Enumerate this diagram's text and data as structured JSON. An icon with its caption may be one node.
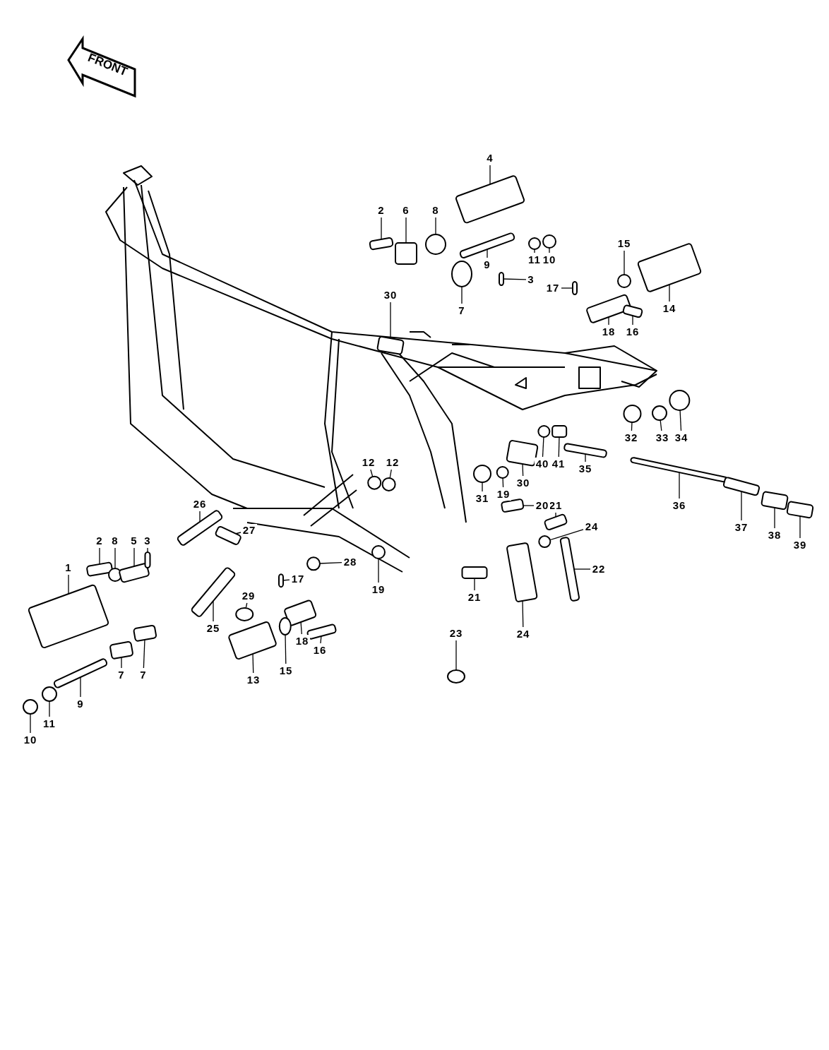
{
  "diagram": {
    "nodes": [
      {
        "text": [
          "FRONT"
        ]
      },
      {
        "text": [
          "4"
        ]
      },
      {
        "text": [
          "2"
        ]
      },
      {
        "text": [
          "6"
        ]
      },
      {
        "text": [
          "8"
        ]
      },
      {
        "text": [
          "9"
        ]
      },
      {
        "text": [
          "11"
        ]
      },
      {
        "text": [
          "10"
        ]
      },
      {
        "text": [
          "3"
        ]
      },
      {
        "text": [
          "7"
        ]
      },
      {
        "text": [
          "15"
        ]
      },
      {
        "text": [
          "17"
        ]
      },
      {
        "text": [
          "14"
        ]
      },
      {
        "text": [
          "18"
        ]
      },
      {
        "text": [
          "16"
        ]
      },
      {
        "text": [
          "30"
        ]
      },
      {
        "text": [
          "32"
        ]
      },
      {
        "text": [
          "33"
        ]
      },
      {
        "text": [
          "34"
        ]
      },
      {
        "text": [
          "40"
        ]
      },
      {
        "text": [
          "41"
        ]
      },
      {
        "text": [
          "35"
        ]
      },
      {
        "text": [
          "30"
        ]
      },
      {
        "text": [
          "31"
        ]
      },
      {
        "text": [
          "19"
        ]
      },
      {
        "text": [
          "36"
        ]
      },
      {
        "text": [
          "37"
        ]
      },
      {
        "text": [
          "38"
        ]
      },
      {
        "text": [
          "39"
        ]
      },
      {
        "text": [
          "12"
        ]
      },
      {
        "text": [
          "12"
        ]
      },
      {
        "text": [
          "21"
        ]
      },
      {
        "text": [
          "20"
        ]
      },
      {
        "text": [
          "24"
        ]
      },
      {
        "text": [
          "22"
        ]
      },
      {
        "text": [
          "21"
        ]
      },
      {
        "text": [
          "24"
        ]
      },
      {
        "text": [
          "23"
        ]
      },
      {
        "text": [
          "19"
        ]
      },
      {
        "text": [
          "28"
        ]
      },
      {
        "text": [
          "27"
        ]
      },
      {
        "text": [
          "26"
        ]
      },
      {
        "text": [
          "17"
        ]
      },
      {
        "text": [
          "29"
        ]
      },
      {
        "text": [
          "25"
        ]
      },
      {
        "text": [
          "16"
        ]
      },
      {
        "text": [
          "18"
        ]
      },
      {
        "text": [
          "15"
        ]
      },
      {
        "text": [
          "13"
        ]
      },
      {
        "text": [
          "2"
        ]
      },
      {
        "text": [
          "8"
        ]
      },
      {
        "text": [
          "5"
        ]
      },
      {
        "text": [
          "3"
        ]
      },
      {
        "text": [
          "1"
        ]
      },
      {
        "text": [
          "7"
        ]
      },
      {
        "text": [
          "7"
        ]
      },
      {
        "text": [
          "9"
        ]
      },
      {
        "text": [
          "11"
        ]
      },
      {
        "text": [
          "10"
        ]
      },
      {
        "text": [],
        "shape": "box"
      },
      {
        "text": [],
        "shape": "box"
      },
      {
        "text": [],
        "shape": "box"
      },
      {
        "text": [],
        "shape": "circle"
      },
      {
        "text": [],
        "shape": "box"
      },
      {
        "text": [],
        "shape": "circle"
      },
      {
        "text": [],
        "shape": "circle"
      },
      {
        "text": [],
        "shape": "box"
      },
      {
        "text": [],
        "shape": "circle"
      },
      {
        "text": [],
        "shape": "circle"
      },
      {
        "text": [],
        "shape": "box"
      },
      {
        "text": [],
        "shape": "box"
      },
      {
        "text": [],
        "shape": "box"
      },
      {
        "text": [],
        "shape": "box"
      },
      {
        "text": [],
        "shape": "box"
      },
      {
        "text": [],
        "shape": "circle"
      },
      {
        "text": [],
        "shape": "circle"
      },
      {
        "text": [],
        "shape": "circle"
      },
      {
        "text": [],
        "shape": "circle"
      },
      {
        "text": [],
        "shape": "box"
      },
      {
        "text": [],
        "shape": "box"
      },
      {
        "text": [],
        "shape": "box"
      },
      {
        "text": [],
        "shape": "circle"
      },
      {
        "text": [],
        "shape": "circle"
      },
      {
        "text": [],
        "shape": "box"
      },
      {
        "text": [],
        "shape": "box"
      },
      {
        "text": [],
        "shape": "box"
      },
      {
        "text": [],
        "shape": "box"
      },
      {
        "text": [],
        "shape": "circle"
      },
      {
        "text": [],
        "shape": "circle"
      },
      {
        "text": [],
        "shape": "box"
      },
      {
        "text": [],
        "shape": "box"
      },
      {
        "text": [],
        "shape": "circle"
      },
      {
        "text": [],
        "shape": "box"
      },
      {
        "text": [],
        "shape": "box"
      },
      {
        "text": [],
        "shape": "box"
      },
      {
        "text": [],
        "shape": "circle"
      },
      {
        "text": [],
        "shape": "circle"
      },
      {
        "text": [],
        "shape": "circle"
      },
      {
        "text": [],
        "shape": "box"
      },
      {
        "text": [],
        "shape": "box"
      },
      {
        "text": [],
        "shape": "box"
      },
      {
        "text": [],
        "shape": "circle"
      },
      {
        "text": [],
        "shape": "box"
      },
      {
        "text": [],
        "shape": "box"
      },
      {
        "text": [],
        "shape": "box"
      },
      {
        "text": [],
        "shape": "circle"
      },
      {
        "text": [],
        "shape": "box"
      },
      {
        "text": [],
        "shape": "box"
      },
      {
        "text": [],
        "shape": "circle"
      },
      {
        "text": [],
        "shape": "box"
      },
      {
        "text": [],
        "shape": "box"
      },
      {
        "text": [],
        "shape": "box"
      },
      {
        "text": [],
        "shape": "box"
      },
      {
        "text": [],
        "shape": "box"
      },
      {
        "text": [],
        "shape": "box"
      },
      {
        "text": [],
        "shape": "circle"
      },
      {
        "text": [],
        "shape": "circle"
      }
    ],
    "edges": [
      {
        "from": 1,
        "to": 59,
        "arrow": "none"
      },
      {
        "from": 2,
        "to": 60,
        "arrow": "none"
      },
      {
        "from": 3,
        "to": 61,
        "arrow": "none"
      },
      {
        "from": 4,
        "to": 62,
        "arrow": "none"
      },
      {
        "from": 5,
        "to": 63,
        "arrow": "none"
      },
      {
        "from": 6,
        "to": 64,
        "arrow": "none"
      },
      {
        "from": 7,
        "to": 65,
        "arrow": "none"
      },
      {
        "from": 8,
        "to": 66,
        "arrow": "none"
      },
      {
        "from": 9,
        "to": 67,
        "arrow": "none"
      },
      {
        "from": 10,
        "to": 68,
        "arrow": "none"
      },
      {
        "from": 11,
        "to": 69,
        "arrow": "none"
      },
      {
        "from": 12,
        "to": 70,
        "arrow": "none"
      },
      {
        "from": 13,
        "to": 71,
        "arrow": "none"
      },
      {
        "from": 14,
        "to": 72,
        "arrow": "none"
      },
      {
        "from": 15,
        "to": 73,
        "arrow": "none"
      },
      {
        "from": 16,
        "to": 74,
        "arrow": "none"
      },
      {
        "from": 17,
        "to": 75,
        "arrow": "none"
      },
      {
        "from": 18,
        "to": 76,
        "arrow": "none"
      },
      {
        "from": 19,
        "to": 77,
        "arrow": "none"
      },
      {
        "from": 20,
        "to": 78,
        "arrow": "none"
      },
      {
        "from": 21,
        "to": 79,
        "arrow": "none"
      },
      {
        "from": 22,
        "to": 80,
        "arrow": "none"
      },
      {
        "from": 23,
        "to": 81,
        "arrow": "none"
      },
      {
        "from": 24,
        "to": 82,
        "arrow": "none"
      },
      {
        "from": 25,
        "to": 83,
        "arrow": "none"
      },
      {
        "from": 26,
        "to": 84,
        "arrow": "none"
      },
      {
        "from": 27,
        "to": 85,
        "arrow": "none"
      },
      {
        "from": 28,
        "to": 86,
        "arrow": "none"
      },
      {
        "from": 29,
        "to": 87,
        "arrow": "none"
      },
      {
        "from": 30,
        "to": 88,
        "arrow": "none"
      },
      {
        "from": 31,
        "to": 89,
        "arrow": "none"
      },
      {
        "from": 32,
        "to": 90,
        "arrow": "none"
      },
      {
        "from": 33,
        "to": 91,
        "arrow": "none"
      },
      {
        "from": 34,
        "to": 92,
        "arrow": "none"
      },
      {
        "from": 35,
        "to": 93,
        "arrow": "none"
      },
      {
        "from": 36,
        "to": 94,
        "arrow": "none"
      },
      {
        "from": 37,
        "to": 95,
        "arrow": "none"
      },
      {
        "from": 38,
        "to": 96,
        "arrow": "none"
      },
      {
        "from": 39,
        "to": 97,
        "arrow": "none"
      },
      {
        "from": 40,
        "to": 98,
        "arrow": "none"
      },
      {
        "from": 41,
        "to": 99,
        "arrow": "none"
      },
      {
        "from": 42,
        "to": 100,
        "arrow": "none"
      },
      {
        "from": 43,
        "to": 101,
        "arrow": "none"
      },
      {
        "from": 44,
        "to": 102,
        "arrow": "none"
      },
      {
        "from": 45,
        "to": 103,
        "arrow": "none"
      },
      {
        "from": 46,
        "to": 104,
        "arrow": "none"
      },
      {
        "from": 47,
        "to": 105,
        "arrow": "none"
      },
      {
        "from": 48,
        "to": 106,
        "arrow": "none"
      },
      {
        "from": 49,
        "to": 107,
        "arrow": "none"
      },
      {
        "from": 50,
        "to": 108,
        "arrow": "none"
      },
      {
        "from": 51,
        "to": 109,
        "arrow": "none"
      },
      {
        "from": 52,
        "to": 110,
        "arrow": "none"
      },
      {
        "from": 53,
        "to": 111,
        "arrow": "none"
      },
      {
        "from": 54,
        "to": 112,
        "arrow": "none"
      },
      {
        "from": 55,
        "to": 113,
        "arrow": "none"
      },
      {
        "from": 56,
        "to": 114,
        "arrow": "none"
      },
      {
        "from": 57,
        "to": 115,
        "arrow": "none"
      },
      {
        "from": 58,
        "to": 116,
        "arrow": "none"
      }
    ]
  }
}
